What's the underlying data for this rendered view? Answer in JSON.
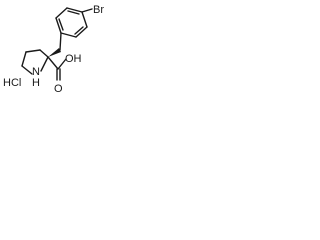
{
  "labels": {
    "bromine": "Br",
    "amine": "N",
    "amine_h": "H",
    "carboxyl_h": "OH",
    "carboxyl_o": "O",
    "salt": "HCl"
  },
  "colors": {
    "ink": "#1a1a1a",
    "background": "#ffffff"
  }
}
